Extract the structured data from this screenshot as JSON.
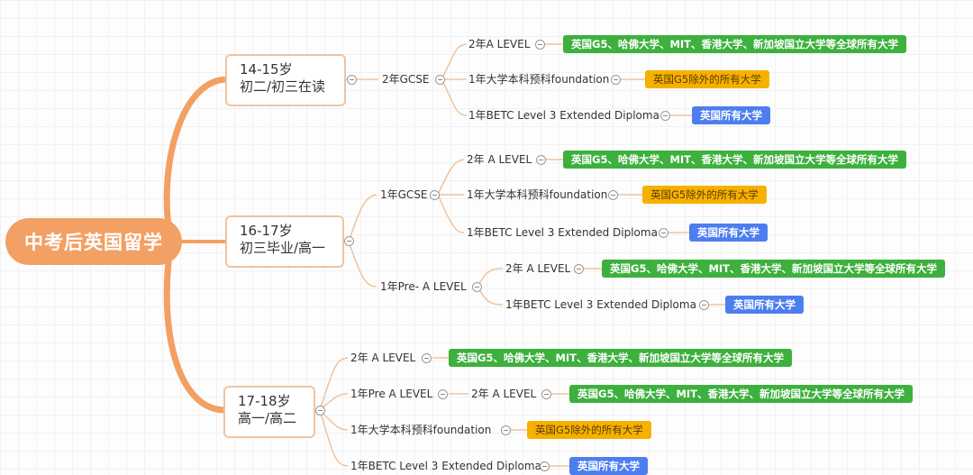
{
  "root": {
    "label": "中考后英国留学",
    "color": "#f2a063"
  },
  "colors": {
    "green": "#3db03d",
    "orange": "#f6b100",
    "blue": "#4d7ef0",
    "branch": "#f2a063",
    "thin_line": "#efc4a0"
  },
  "groups": [
    {
      "age": "14-15岁",
      "grade": "初二/初三在读",
      "pathways": [
        {
          "label": "2年GCSE",
          "options": [
            {
              "label": "2年A LEVEL",
              "result": "英国G5、哈佛大学、MIT、香港大学、新加坡国立大学等全球所有大学",
              "type": "green"
            },
            {
              "label": "1年大学本科预科foundation",
              "result": "英国G5除外的所有大学",
              "type": "orange"
            },
            {
              "label": "1年BETC Level 3 Extended Diploma",
              "result": "英国所有大学",
              "type": "blue"
            }
          ]
        }
      ]
    },
    {
      "age": "16-17岁",
      "grade": "初三毕业/高一",
      "pathways": [
        {
          "label": "1年GCSE",
          "options": [
            {
              "label": "2年 A LEVEL",
              "result": "英国G5、哈佛大学、MIT、香港大学、新加坡国立大学等全球所有大学",
              "type": "green"
            },
            {
              "label": "1年大学本科预科foundation",
              "result": "英国G5除外的所有大学",
              "type": "orange"
            },
            {
              "label": "1年BETC Level 3 Extended Diploma",
              "result": "英国所有大学",
              "type": "blue"
            }
          ]
        },
        {
          "label": "1年Pre- A LEVEL",
          "options": [
            {
              "label": "2年 A LEVEL",
              "result": "英国G5、哈佛大学、MIT、香港大学、新加坡国立大学等全球所有大学",
              "type": "green"
            },
            {
              "label": "1年BETC Level 3 Extended Diploma",
              "result": "英国所有大学",
              "type": "blue"
            }
          ]
        }
      ]
    },
    {
      "age": "17-18岁",
      "grade": "高一/高二",
      "options": [
        {
          "label": "2年 A LEVEL",
          "result": "英国G5、哈佛大学、MIT、香港大学、新加坡国立大学等全球所有大学",
          "type": "green"
        },
        {
          "label": "1年Pre A LEVEL",
          "next": "2年 A LEVEL",
          "result": "英国G5、哈佛大学、MIT、香港大学、新加坡国立大学等全球所有大学",
          "type": "green"
        },
        {
          "label": "1年大学本科预科foundation",
          "result": "英国G5除外的所有大学",
          "type": "orange"
        },
        {
          "label": "1年BETC Level 3 Extended Diploma",
          "result": "英国所有大学",
          "type": "blue"
        }
      ]
    }
  ]
}
